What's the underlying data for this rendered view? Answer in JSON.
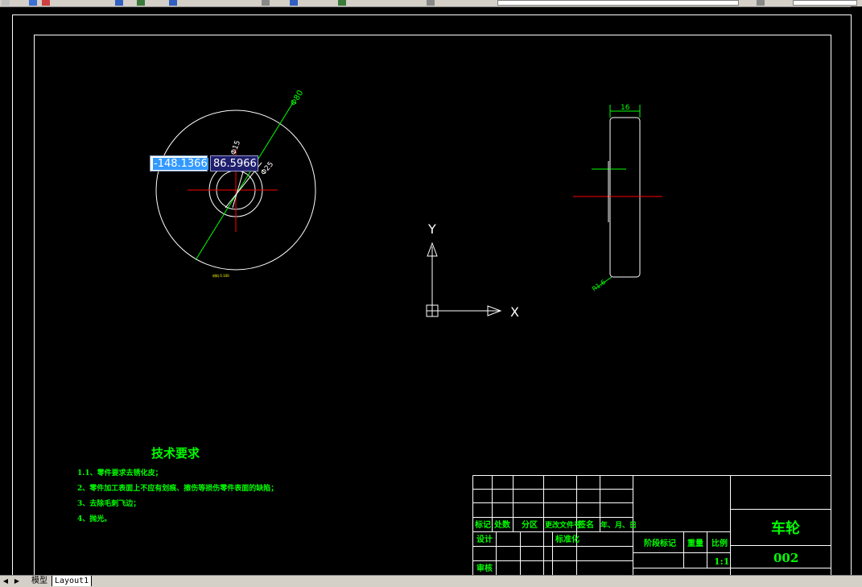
{
  "toolbar": {
    "icons": [
      "new-icon",
      "open-icon",
      "save-icon",
      "print-icon",
      "undo-icon",
      "redo-icon",
      "pan-icon",
      "zoom-icon",
      "properties-icon",
      "layer-icon",
      "style-icon"
    ]
  },
  "drawing": {
    "dim_diameter": "Φ80",
    "dim_hub": "Φ25",
    "dim_bore": "Φ15",
    "dim_width": "16",
    "dim_radius": "R1.6",
    "circle_note": "材料 0.100",
    "ucs_x": "X",
    "ucs_y": "Y"
  },
  "coords": {
    "x": "-148.1366",
    "y": "86.5966"
  },
  "tech": {
    "title": "技术要求",
    "lines": [
      "1.1、零件要求去锈化皮；",
      "2、零件加工表面上不应有划痕、擦伤等损伤零件表面的缺陷；",
      "3、去除毛刺飞边；",
      "4、抛光。"
    ]
  },
  "titleblock": {
    "h_mark": "标记",
    "h_count": "处数",
    "h_zone": "分区",
    "h_docno": "更改文件号",
    "h_sign": "签名",
    "h_date": "年、月、日",
    "design": "设计",
    "standard": "标准化",
    "review": "审核",
    "stage": "阶段标记",
    "weight": "重量",
    "scale_h": "比例",
    "scale": "1:1",
    "name": "车轮",
    "code": "002"
  },
  "tabs": {
    "model": "模型",
    "layout1": "Layout1"
  },
  "colors": {
    "drawing": "#ffffff",
    "dim": "#00ff00",
    "center": "#ff0000",
    "text": "#00ff00"
  }
}
